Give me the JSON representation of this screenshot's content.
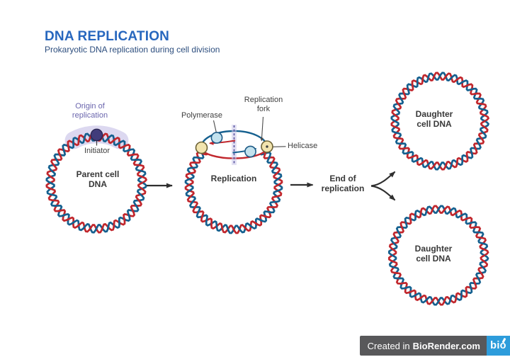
{
  "header": {
    "title": "DNA REPLICATION",
    "subtitle": "Prokaryotic DNA replication during cell division"
  },
  "stage_parent": {
    "origin_label": "Origin of\nreplication",
    "initiator_label": "Initiator",
    "center_label": "Parent cell\nDNA"
  },
  "stage_replication": {
    "polymerase_label": "Polymerase",
    "replication_fork_label": "Replication\nfork",
    "helicase_label": "Helicase",
    "center_label": "Replication"
  },
  "stage_end": {
    "transition_label": "End of\nreplication",
    "daughter_top_label": "Daughter\ncell DNA",
    "daughter_bottom_label": "Daughter\ncell DNA"
  },
  "footer": {
    "credit_prefix": "Created in",
    "credit_brand": "BioRender.com",
    "logo_text": "bio"
  },
  "colors": {
    "title": "#2767BE",
    "subtitle": "#2D4E7E",
    "dna_red": "#C1272D",
    "dna_blue": "#15608F",
    "accent_purple": "#6A65AD",
    "highlight_lavender": "#B9B2E2",
    "initiator_fill": "#413C7B",
    "initiator_stroke": "#2B2752",
    "helicase_fill": "#F2E4AE",
    "helicase_stroke": "#6B6134",
    "polymerase_fill": "#C3E2EE",
    "polymerase_stroke": "#1E5B86",
    "arrow_dark": "#2F2F2F",
    "pointer_line": "#4A4A4A",
    "label_text": "#3F3F3F",
    "bold_text": "#383838",
    "dashed_line": "#55519E",
    "dash_band": "#CCC8EA",
    "footer_bg": "#58585A",
    "logo_bg": "#2D9CDB"
  }
}
